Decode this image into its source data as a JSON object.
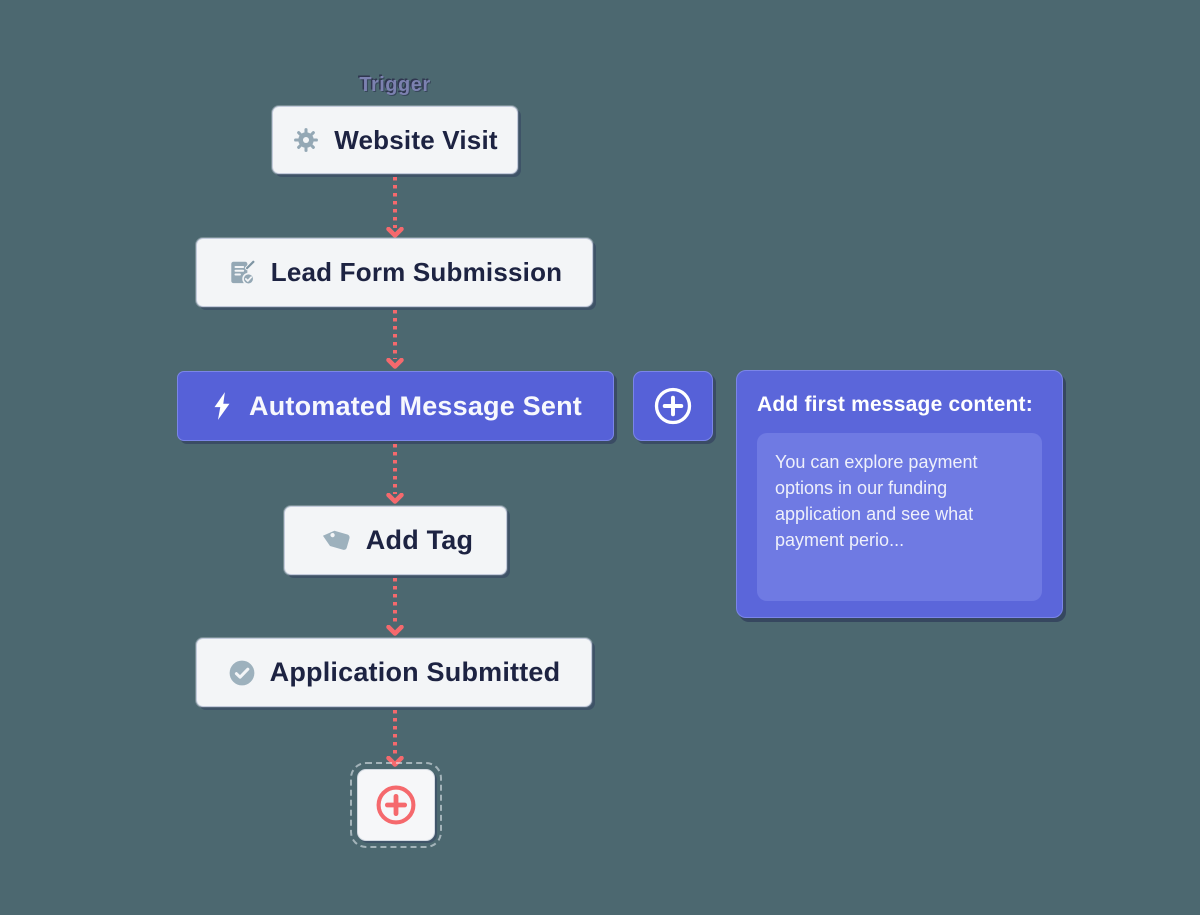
{
  "trigger": {
    "label": "Trigger"
  },
  "nodes": {
    "website_visit": {
      "label": "Website Visit",
      "icon": "gear-icon",
      "variant": "light"
    },
    "lead_form": {
      "label": "Lead Form Submission",
      "icon": "form-check-icon",
      "variant": "light"
    },
    "automated_message": {
      "label": "Automated Message Sent",
      "icon": "lightning-icon",
      "variant": "accent"
    },
    "add_tag": {
      "label": "Add Tag",
      "icon": "tag-icon",
      "variant": "light"
    },
    "application_submitted": {
      "label": "Application Submitted",
      "icon": "check-circle-icon",
      "variant": "light"
    }
  },
  "buttons": {
    "add_branch": {
      "icon": "plus-circle-icon",
      "color": "#ffffff"
    },
    "add_step": {
      "icon": "plus-circle-icon",
      "color": "#f5696d"
    }
  },
  "panel": {
    "title": "Add first message content:",
    "message_preview": "You can explore payment options in our funding application and see what payment perio..."
  },
  "colors": {
    "background": "#4c6870",
    "node_light": "#f3f5f7",
    "accent_purple": "#5661d8",
    "panel_purple": "#5b66da",
    "panel_message_bg": "#6f7ae3",
    "connector_pink": "#f5696d",
    "icon_gray_blue": "#94a8b5",
    "text_dark": "#1d2342",
    "trigger_text": "#7c81b0"
  }
}
